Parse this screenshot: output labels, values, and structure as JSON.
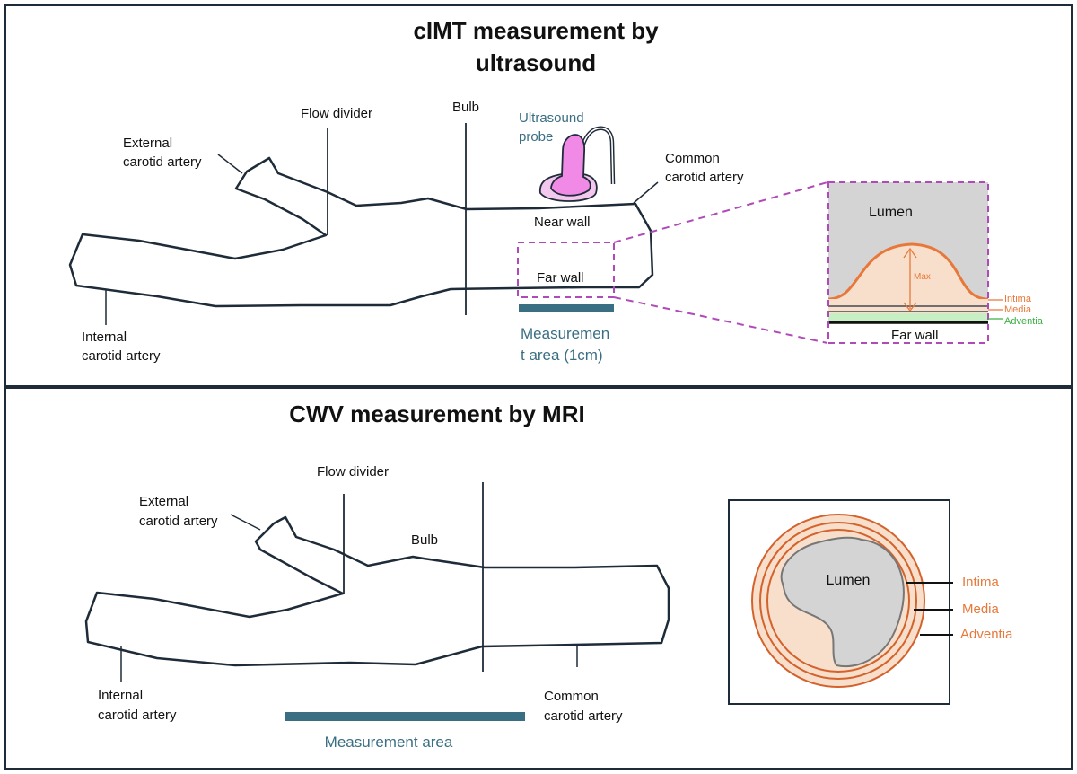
{
  "top_panel": {
    "title_line1": "cIMT measurement by",
    "title_line2": "ultrasound",
    "flow_divider": "Flow divider",
    "bulb": "Bulb",
    "external_line1": "External",
    "external_line2": "carotid artery",
    "internal_line1": "Internal",
    "internal_line2": "carotid artery",
    "common_line1": "Common",
    "common_line2": "carotid artery",
    "probe_line1": "Ultrasound",
    "probe_line2": "probe",
    "near_wall": "Near wall",
    "far_wall": "Far wall",
    "measurement_line1": "Measuremen",
    "measurement_line2": "t area (1cm)",
    "zoom": {
      "lumen": "Lumen",
      "max": "Max",
      "intima": "Intima",
      "media": "Media",
      "adventia": "Adventia",
      "far_wall": "Far wall"
    }
  },
  "bottom_panel": {
    "title": "CWV measurement by MRI",
    "flow_divider": "Flow divider",
    "bulb": "Bulb",
    "external_line1": "External",
    "external_line2": "carotid artery",
    "internal_line1": "Internal",
    "internal_line2": "carotid artery",
    "common_line1": "Common",
    "common_line2": "carotid artery",
    "measurement": "Measurement area",
    "cross_section": {
      "lumen": "Lumen",
      "intima": "Intima",
      "media": "Media",
      "adventia": "Adventia"
    }
  },
  "colors": {
    "outline": "#1e2b38",
    "teal": "#3a6e82",
    "orange": "#e8783a",
    "magenta": "#b04ab8",
    "probe_pink": "#f08ae6",
    "lumen_gray": "#d4d4d4",
    "wall_peach": "#f8dfcb",
    "adventia_green": "#3cb043"
  }
}
